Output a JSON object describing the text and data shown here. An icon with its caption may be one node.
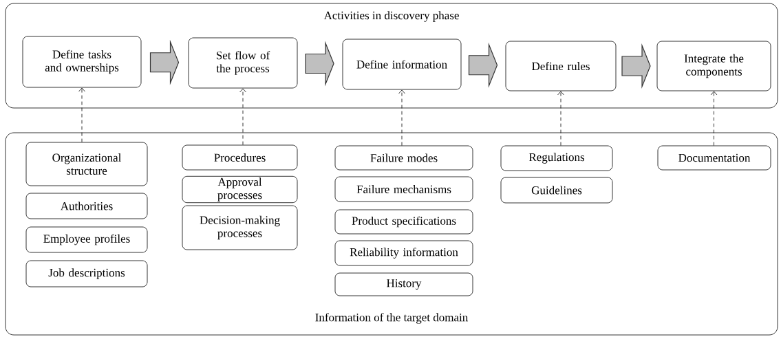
{
  "diagram": {
    "nodes": [
      {
        "text": [
          "Activities in discovery phase"
        ]
      },
      {
        "text": [
          "Define tasks and ownerships"
        ],
        "in": 0
      },
      {
        "text": [
          "Set flow of the process"
        ],
        "in": 0
      },
      {
        "text": [
          "Define information"
        ],
        "in": 0
      },
      {
        "text": [
          "Define rules"
        ],
        "in": 0
      },
      {
        "text": [
          "Integrate the components"
        ],
        "in": 0
      },
      {
        "text": [
          "Information of the target domain"
        ]
      },
      {
        "text": [
          "Organizational structure"
        ],
        "in": 6
      },
      {
        "text": [
          "Authorities"
        ],
        "in": 6
      },
      {
        "text": [
          "Employee profiles"
        ],
        "in": 6
      },
      {
        "text": [
          "Job descriptions"
        ],
        "in": 6
      },
      {
        "text": [
          "Procedures"
        ],
        "in": 6
      },
      {
        "text": [
          "Approval processes"
        ],
        "in": 6
      },
      {
        "text": [
          "Decision-making processes"
        ],
        "in": 6
      },
      {
        "text": [
          "Failure modes"
        ],
        "in": 6
      },
      {
        "text": [
          "Failure mechanisms"
        ],
        "in": 6
      },
      {
        "text": [
          "Product specifications"
        ],
        "in": 6
      },
      {
        "text": [
          "Reliability information"
        ],
        "in": 6
      },
      {
        "text": [
          "History"
        ],
        "in": 6
      },
      {
        "text": [
          "Regulations"
        ],
        "in": 6
      },
      {
        "text": [
          "Guidelines"
        ],
        "in": 6
      },
      {
        "text": [
          "Documentation"
        ],
        "in": 6
      }
    ],
    "edges": [
      {
        "from": 1,
        "to": 2,
        "arrow": "to"
      },
      {
        "from": 2,
        "to": 3,
        "arrow": "to"
      },
      {
        "from": 3,
        "to": 4,
        "arrow": "to"
      },
      {
        "from": 4,
        "to": 5,
        "arrow": "to"
      },
      {
        "from": 7,
        "to": 1,
        "arrow": "to",
        "style": "dashed"
      },
      {
        "from": 11,
        "to": 2,
        "arrow": "to",
        "style": "dashed"
      },
      {
        "from": 14,
        "to": 3,
        "arrow": "to",
        "style": "dashed"
      },
      {
        "from": 19,
        "to": 4,
        "arrow": "to",
        "style": "dashed"
      },
      {
        "from": 21,
        "to": 5,
        "arrow": "to",
        "style": "dashed"
      }
    ]
  }
}
